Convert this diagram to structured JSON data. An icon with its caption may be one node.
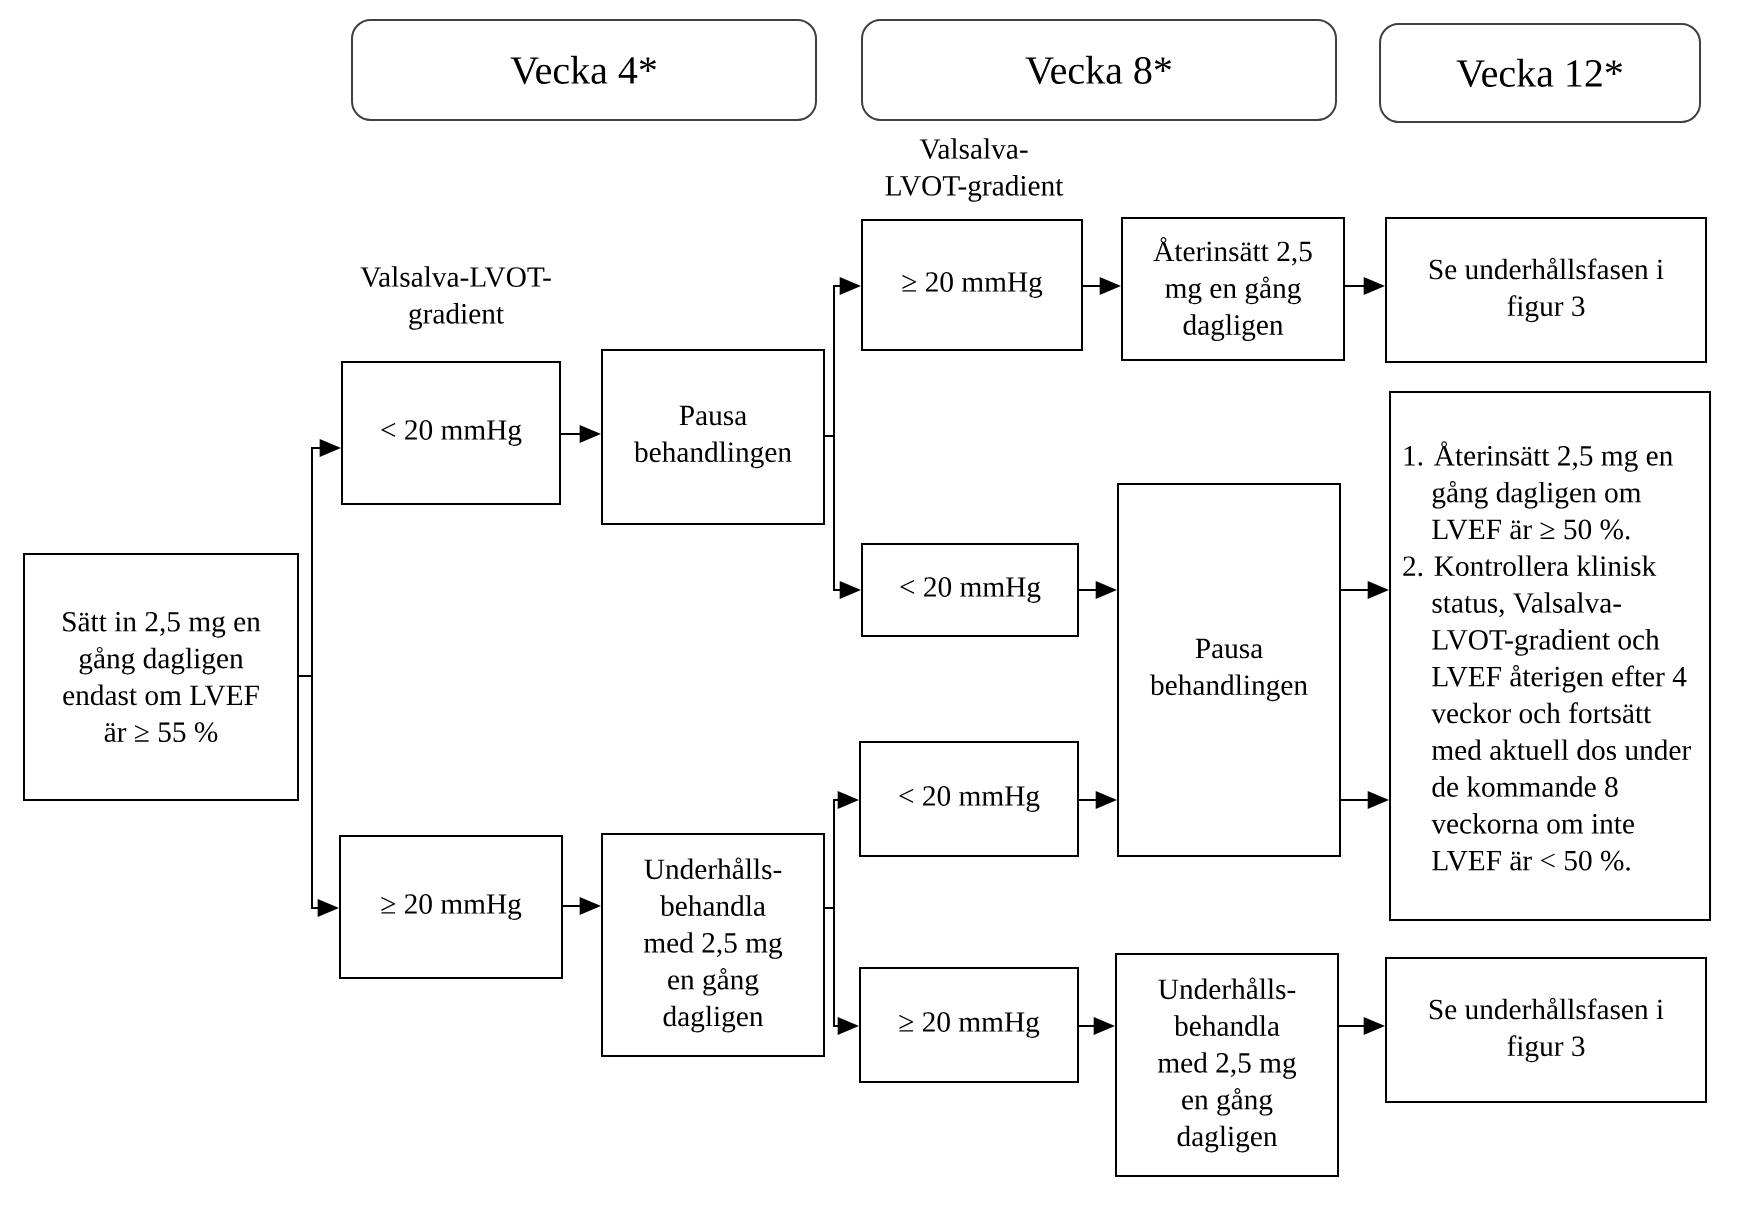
{
  "diagram": {
    "nodes": [
      {
        "text": [
          "Vecka 4*"
        ]
      },
      {
        "text": [
          "Vecka 8*"
        ]
      },
      {
        "text": [
          "Vecka 12*"
        ]
      },
      {
        "text": [
          "Sätt in 2,5 mg en gång dagligen endast om LVEF är ≥ 55 %"
        ]
      },
      {
        "text": [
          "< 20 mmHg"
        ]
      },
      {
        "text": [
          "Pausa behandlingen"
        ]
      },
      {
        "text": [
          "≥ 20 mmHg"
        ]
      },
      {
        "text": [
          "Underhålls-behandla med 2,5 mg en gång dagligen"
        ]
      },
      {
        "text": [
          "≥ 20 mmHg"
        ]
      },
      {
        "text": [
          "Återinsätt 2,5 mg en gång dagligen"
        ]
      },
      {
        "text": [
          "Se underhållsfasen i figur 3"
        ]
      },
      {
        "text": [
          "< 20 mmHg"
        ]
      },
      {
        "text": [
          "Pausa behandlingen"
        ]
      },
      {
        "text": [
          "1. Återinsätt 2,5 mg en gång dagligen om LVEF är ≥ 50 %.",
          "2. Kontrollera klinisk status, Valsalva-LVOT-gradient och LVEF återigen efter 4 veckor och fortsätt med aktuell dos under de kommande 8 veckorna om inte LVEF är < 50 %."
        ]
      },
      {
        "text": [
          "< 20 mmHg"
        ]
      },
      {
        "text": [
          "≥ 20 mmHg"
        ]
      },
      {
        "text": [
          "Underhålls-behandla med 2,5 mg en gång dagligen"
        ]
      },
      {
        "text": [
          "Se underhållsfasen i figur 3"
        ]
      }
    ],
    "edges": [
      {
        "from": 3,
        "to": 4,
        "arrow": "to"
      },
      {
        "from": 3,
        "to": 6,
        "arrow": "to"
      },
      {
        "from": 4,
        "to": 5,
        "arrow": "to"
      },
      {
        "from": 5,
        "to": 8,
        "arrow": "to"
      },
      {
        "from": 5,
        "to": 11,
        "arrow": "to"
      },
      {
        "from": 6,
        "to": 7,
        "arrow": "to"
      },
      {
        "from": 7,
        "to": 14,
        "arrow": "to"
      },
      {
        "from": 7,
        "to": 15,
        "arrow": "to"
      },
      {
        "from": 8,
        "to": 9,
        "arrow": "to"
      },
      {
        "from": 9,
        "to": 10,
        "arrow": "to"
      },
      {
        "from": 11,
        "to": 12,
        "arrow": "to"
      },
      {
        "from": 12,
        "to": 13,
        "arrow": "to"
      },
      {
        "from": 14,
        "to": 12,
        "arrow": "to"
      },
      {
        "from": 12,
        "to": 13,
        "arrow": "to"
      },
      {
        "from": 15,
        "to": 16,
        "arrow": "to"
      },
      {
        "from": 16,
        "to": 17,
        "arrow": "to"
      }
    ],
    "labels": [
      "Valsalva-LVOT-gradient",
      "Valsalva-LVOT-gradient"
    ]
  }
}
